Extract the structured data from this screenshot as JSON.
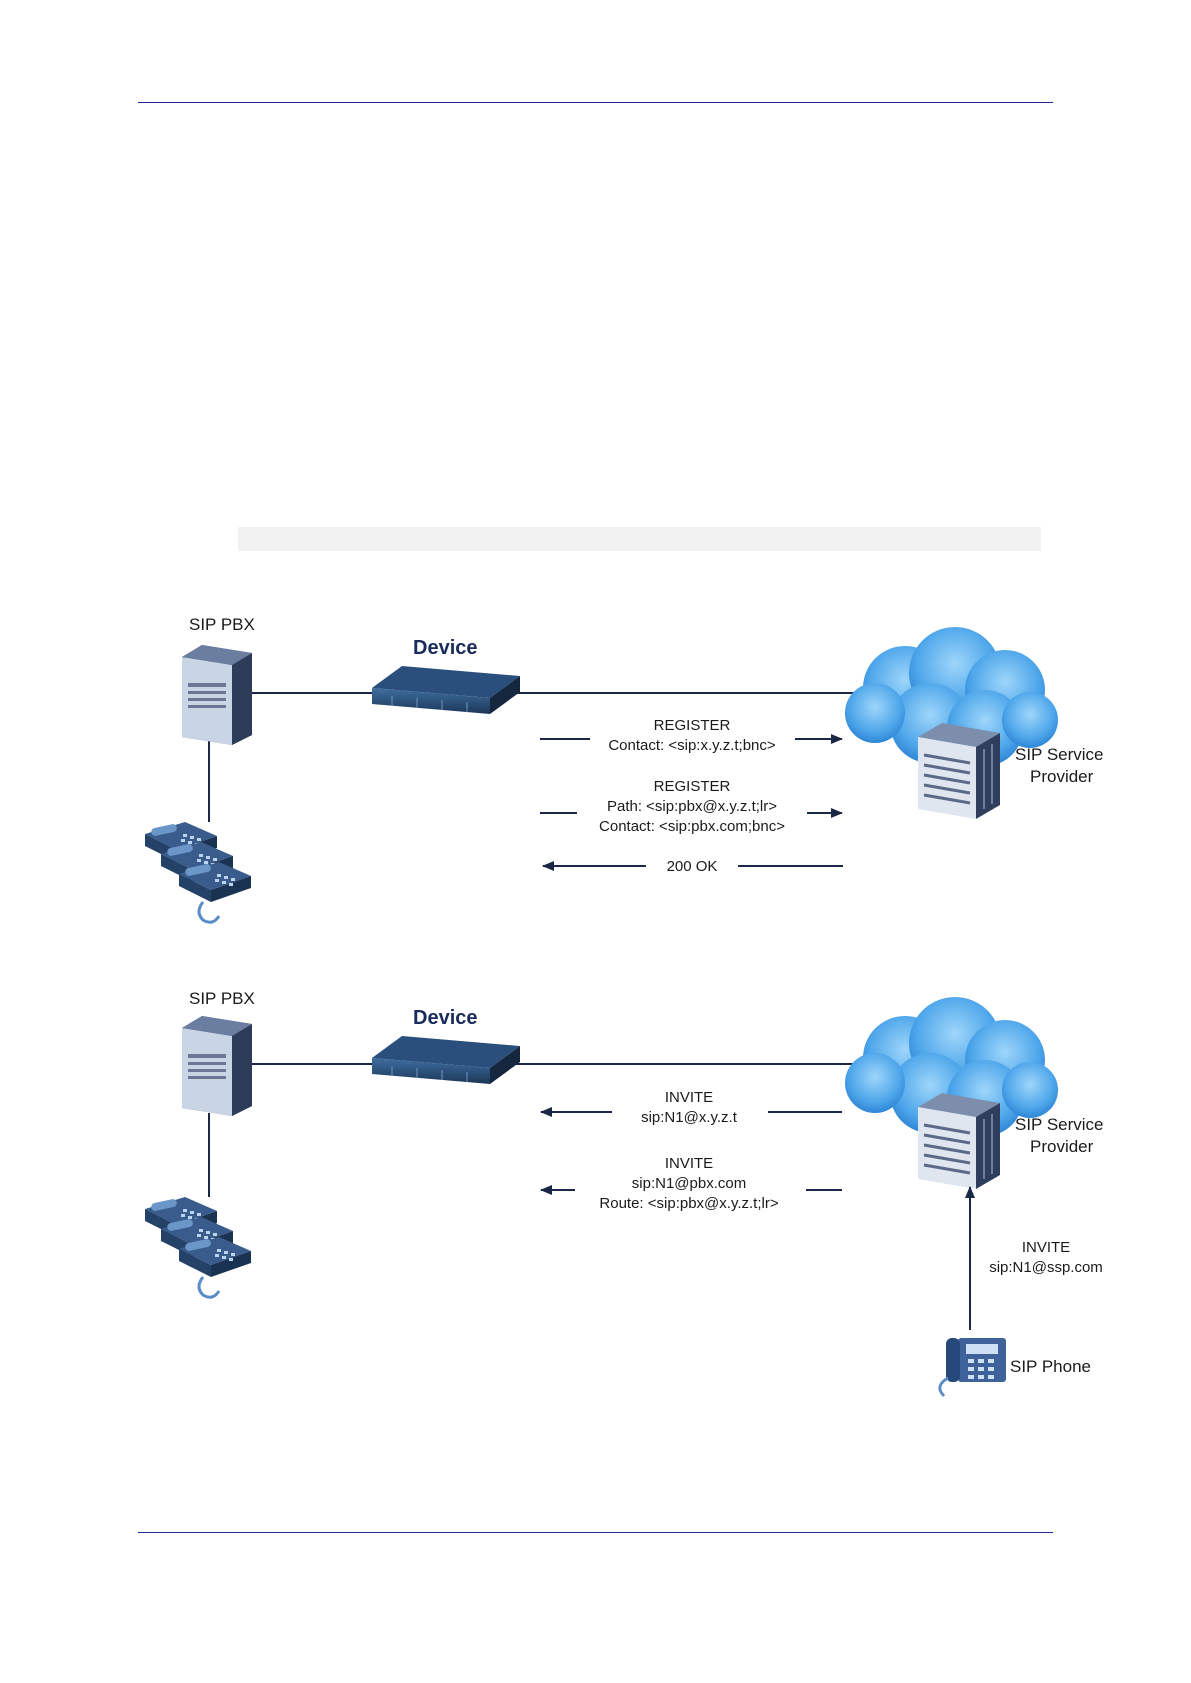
{
  "colors": {
    "rule": "#1f2a9a",
    "line": "#1a2746",
    "cloud": "#5fb0ec",
    "server": "#3c4d6e",
    "device": "#1f3b63"
  },
  "icons": [
    "pbx-server-icon",
    "device-icon",
    "cloud-icon",
    "provider-server-icon",
    "phone-stack-icon",
    "sip-phone-icon"
  ],
  "top_diagram": {
    "pbx_label": "SIP PBX",
    "device_label": "Device",
    "provider_label_1": "SIP Service",
    "provider_label_2": "Provider",
    "messages": [
      {
        "lines": [
          "REGISTER",
          "Contact: <sip:x.y.z.t;bnc>"
        ],
        "direction": "right"
      },
      {
        "lines": [
          "REGISTER",
          "Path: <sip:pbx@x.y.z.t;lr>",
          "Contact: <sip:pbx.com;bnc>"
        ],
        "direction": "right"
      },
      {
        "lines": [
          "200 OK"
        ],
        "direction": "left"
      }
    ]
  },
  "bottom_diagram": {
    "pbx_label": "SIP PBX",
    "device_label": "Device",
    "provider_label_1": "SIP Service",
    "provider_label_2": "Provider",
    "messages": [
      {
        "lines": [
          "INVITE",
          "sip:N1@x.y.z.t"
        ],
        "direction": "left"
      },
      {
        "lines": [
          "INVITE",
          "sip:N1@pbx.com",
          "Route: <sip:pbx@x.y.z.t;lr>"
        ],
        "direction": "left"
      }
    ],
    "phone_message": {
      "lines": [
        "INVITE",
        "sip:N1@ssp.com"
      ]
    },
    "phone_label": "SIP Phone"
  }
}
